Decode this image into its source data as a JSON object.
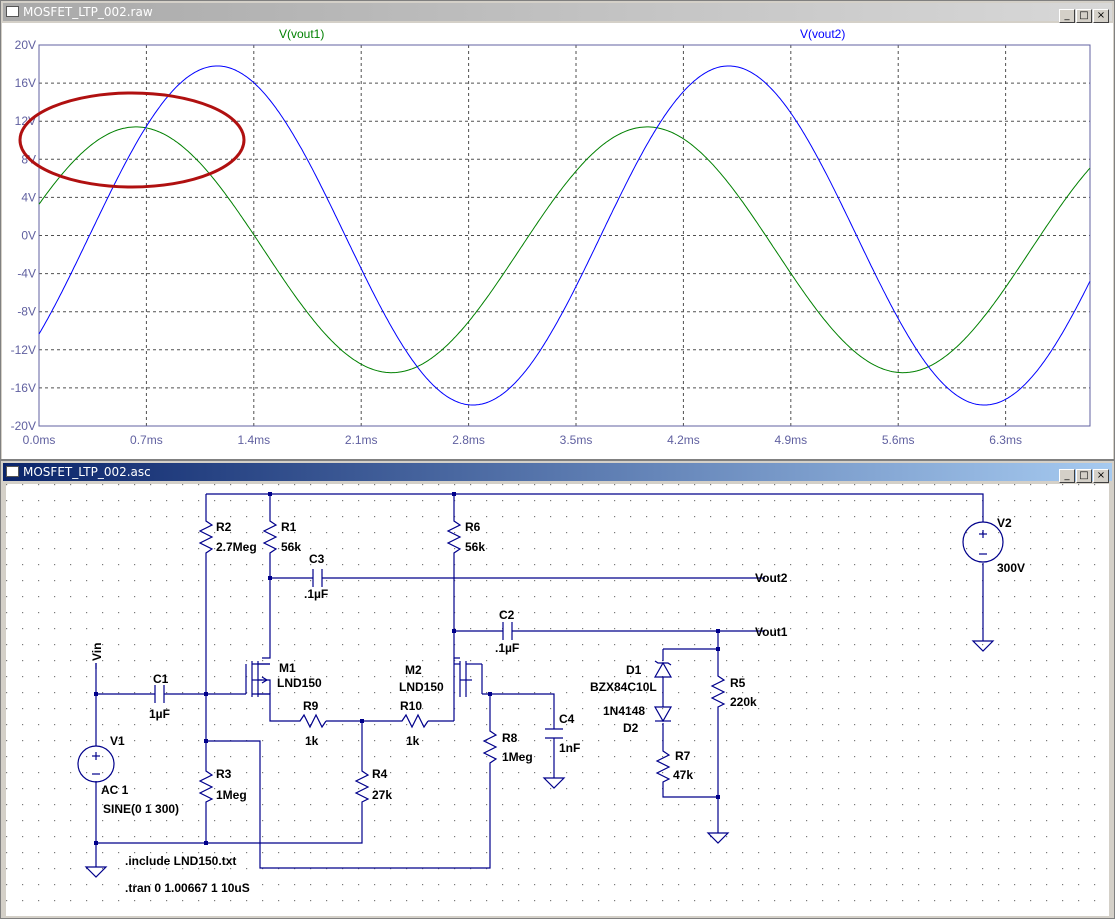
{
  "waveform_window": {
    "title": "MOSFET_LTP_002.raw",
    "buttons": {
      "minimize": "_",
      "maximize": "□",
      "close": "×"
    }
  },
  "schematic_window": {
    "title": "MOSFET_LTP_002.asc",
    "buttons": {
      "minimize": "_",
      "maximize": "□",
      "close": "×"
    }
  },
  "chart_data": {
    "type": "line",
    "title": "",
    "xlabel": "",
    "ylabel": "",
    "xlim": [
      0.0,
      6.85
    ],
    "ylim": [
      -20,
      20
    ],
    "x_ticks": [
      "0.0ms",
      "0.7ms",
      "1.4ms",
      "2.1ms",
      "2.8ms",
      "3.5ms",
      "4.2ms",
      "4.9ms",
      "5.6ms",
      "6.3ms"
    ],
    "y_ticks": [
      "20V",
      "16V",
      "12V",
      "8V",
      "4V",
      "0V",
      "-4V",
      "-8V",
      "-12V",
      "-16V",
      "-20V"
    ],
    "grid": true,
    "series": [
      {
        "name": "V(vout1)",
        "color": "#008000",
        "offset": -1.5,
        "amplitude": 12.9,
        "phase": 0.38,
        "period_ms": 3.333
      },
      {
        "name": "V(vout2)",
        "color": "#0000ff",
        "offset": 0.0,
        "amplitude": 17.8,
        "phase": -0.62,
        "period_ms": 3.333
      }
    ],
    "annotation": {
      "shape": "ellipse",
      "color": "#b00000"
    }
  },
  "schematic": {
    "labels": {
      "r2": "R2",
      "r2v": "2.7Meg",
      "r1": "R1",
      "r1v": "56k",
      "r6": "R6",
      "r6v": "56k",
      "c3": "C3",
      "c3v": ".1µF",
      "vout2": "Vout2",
      "c2": "C2",
      "c2v": ".1µF",
      "vout1": "Vout1",
      "v2": "V2",
      "v2v": "300V",
      "vin": "Vin",
      "c1": "C1",
      "c1v": "1µF",
      "m1": "M1",
      "m1v": "LND150",
      "m2": "M2",
      "m2v": "LND150",
      "r9": "R9",
      "r9v": "1k",
      "r10": "R10",
      "r10v": "1k",
      "r8": "R8",
      "r8v": "1Meg",
      "c4": "C4",
      "c4v": "1nF",
      "d1": "D1",
      "d1v": "BZX84C10L",
      "d2v": "1N4148",
      "d2": "D2",
      "r5": "R5",
      "r5v": "220k",
      "r7": "R7",
      "r7v": "47k",
      "v1": "V1",
      "v1v": "AC 1",
      "v1s": "SINE(0 1 300)",
      "r3": "R3",
      "r3v": "1Meg",
      "r4": "R4",
      "r4v": "27k",
      "include": ".include LND150.txt",
      "tran": ".tran 0 1.00667 1 10uS"
    }
  }
}
